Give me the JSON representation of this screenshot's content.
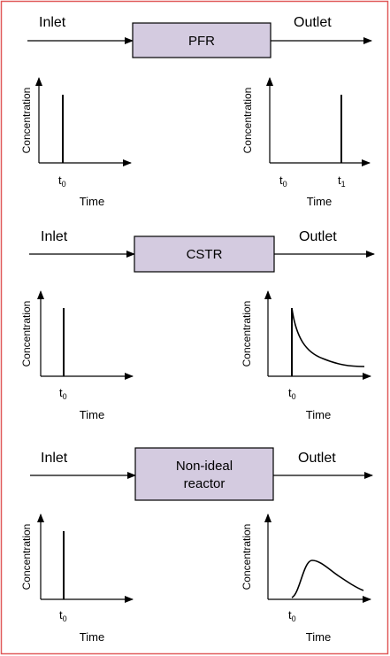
{
  "colors": {
    "border": "#e05a5a",
    "box_fill": "#d4cbe0",
    "line": "#000000"
  },
  "rows": [
    {
      "inlet": "Inlet",
      "outlet": "Outlet",
      "reactor_lines": [
        "PFR"
      ],
      "left_plot": {
        "ylabel": "Concentration",
        "xlabel": "Time",
        "t_base": "t",
        "t_sub": "0"
      },
      "right_plot": {
        "ylabel": "Concentration",
        "xlabel": "Time",
        "ticks": [
          {
            "base": "t",
            "sub": "0"
          },
          {
            "base": "t",
            "sub": "1"
          }
        ]
      }
    },
    {
      "inlet": "Inlet",
      "outlet": "Outlet",
      "reactor_lines": [
        "CSTR"
      ],
      "left_plot": {
        "ylabel": "Concentration",
        "xlabel": "Time",
        "t_base": "t",
        "t_sub": "0"
      },
      "right_plot": {
        "ylabel": "Concentration",
        "xlabel": "Time",
        "ticks": [
          {
            "base": "t",
            "sub": "0"
          }
        ]
      }
    },
    {
      "inlet": "Inlet",
      "outlet": "Outlet",
      "reactor_lines": [
        "Non-ideal",
        "reactor"
      ],
      "left_plot": {
        "ylabel": "Concentration",
        "xlabel": "Time",
        "t_base": "t",
        "t_sub": "0"
      },
      "right_plot": {
        "ylabel": "Concentration",
        "xlabel": "Time",
        "ticks": [
          {
            "base": "t",
            "sub": "0"
          }
        ]
      }
    }
  ]
}
